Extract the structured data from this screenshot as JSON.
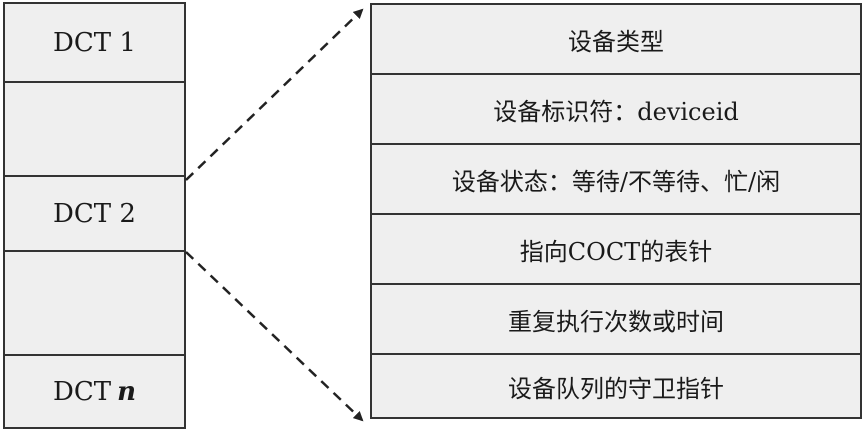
{
  "left_table": {
    "rows": [
      {
        "label": "DCT 1",
        "suffix": ""
      },
      {
        "label": "",
        "suffix": ""
      },
      {
        "label": "DCT 2",
        "suffix": ""
      },
      {
        "label": "",
        "suffix": ""
      },
      {
        "label": "DCT",
        "suffix": "n"
      }
    ]
  },
  "right_table": {
    "rows": [
      "设备类型",
      "设备标识符：deviceid",
      "设备状态：等待/不等待、忙/闲",
      "指向COCT的表针",
      "重复执行次数或时间",
      "设备队列的守卫指针"
    ]
  },
  "colors": {
    "cell_fill": "#efefef",
    "border": "#333333",
    "arrow": "#222222"
  }
}
